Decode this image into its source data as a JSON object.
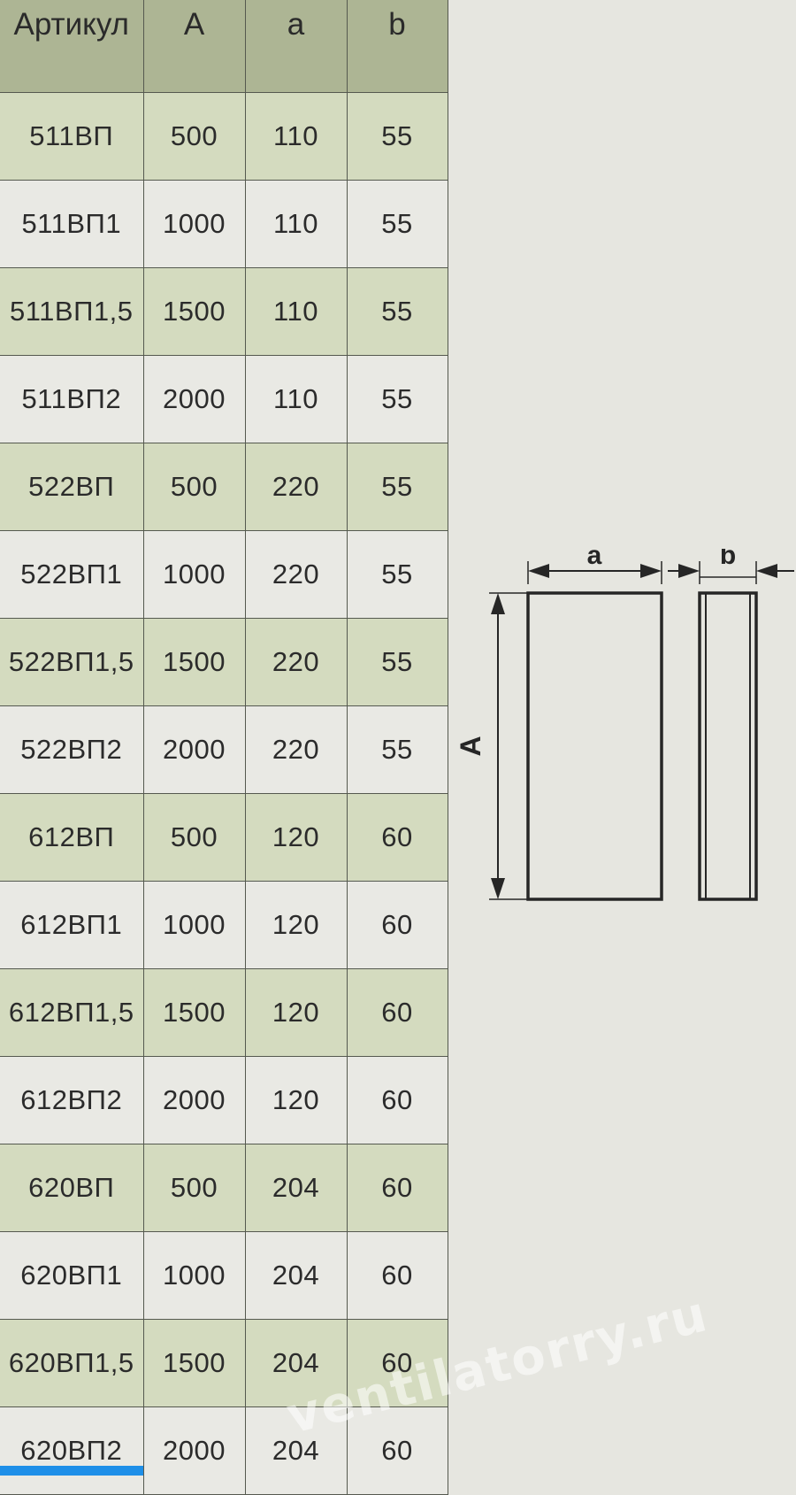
{
  "table": {
    "headers": {
      "article": "Артикул",
      "A": "A",
      "a": "a",
      "b": "b"
    },
    "rows": [
      {
        "article": "511ВП",
        "A": "500",
        "a": "110",
        "b": "55"
      },
      {
        "article": "511ВП1",
        "A": "1000",
        "a": "110",
        "b": "55"
      },
      {
        "article": "511ВП1,5",
        "A": "1500",
        "a": "110",
        "b": "55"
      },
      {
        "article": "511ВП2",
        "A": "2000",
        "a": "110",
        "b": "55"
      },
      {
        "article": "522ВП",
        "A": "500",
        "a": "220",
        "b": "55"
      },
      {
        "article": "522ВП1",
        "A": "1000",
        "a": "220",
        "b": "55"
      },
      {
        "article": "522ВП1,5",
        "A": "1500",
        "a": "220",
        "b": "55"
      },
      {
        "article": "522ВП2",
        "A": "2000",
        "a": "220",
        "b": "55"
      },
      {
        "article": "612ВП",
        "A": "500",
        "a": "120",
        "b": "60"
      },
      {
        "article": "612ВП1",
        "A": "1000",
        "a": "120",
        "b": "60"
      },
      {
        "article": "612ВП1,5",
        "A": "1500",
        "a": "120",
        "b": "60"
      },
      {
        "article": "612ВП2",
        "A": "2000",
        "a": "120",
        "b": "60"
      },
      {
        "article": "620ВП",
        "A": "500",
        "a": "204",
        "b": "60"
      },
      {
        "article": "620ВП1",
        "A": "1000",
        "a": "204",
        "b": "60"
      },
      {
        "article": "620ВП1,5",
        "A": "1500",
        "a": "204",
        "b": "60"
      },
      {
        "article": "620ВП2",
        "A": "2000",
        "a": "204",
        "b": "60"
      }
    ]
  },
  "diagram": {
    "label_a": "a",
    "label_b": "b",
    "label_A": "A"
  },
  "watermark": "ventilatorry.ru",
  "colors": {
    "header_bg": "#adb594",
    "row_green": "#d4dbbf",
    "row_light": "#e9e9e4",
    "page_bg": "#e6e6e0",
    "accent_bar": "#1e8fe8"
  }
}
